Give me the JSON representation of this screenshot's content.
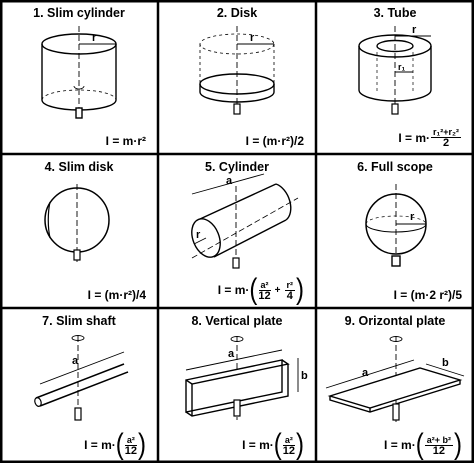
{
  "cells": [
    {
      "title": "1. Slim cylinder",
      "formula": "I = m·r²",
      "labels": {
        "r": "r"
      }
    },
    {
      "title": "2. Disk",
      "formula": "I = (m·r²)/2",
      "labels": {
        "r": "r"
      }
    },
    {
      "title": "3. Tube",
      "formula_prefix": "I = m·",
      "formula_num": "r₁²+r₂²",
      "formula_den": "2",
      "labels": {
        "r": "r",
        "r1": "r₁"
      }
    },
    {
      "title": "4. Slim disk",
      "formula": "I = (m·r²)/4",
      "labels": {}
    },
    {
      "title": "5. Cylinder",
      "formula_prefix": "I = m·",
      "formula_num1": "a²",
      "formula_den1": "12",
      "formula_plus": "+",
      "formula_num2": "r²",
      "formula_den2": "4",
      "labels": {
        "a": "a",
        "r": "r"
      }
    },
    {
      "title": "6. Full scope",
      "formula": "I = (m·2 r²)/5",
      "labels": {
        "r": "r"
      }
    },
    {
      "title": "7. Slim shaft",
      "formula_prefix": "I = m·",
      "formula_num": "a²",
      "formula_den": "12",
      "labels": {
        "a": "a"
      }
    },
    {
      "title": "8. Vertical plate",
      "formula_prefix": "I = m·",
      "formula_num": "a²",
      "formula_den": "12",
      "labels": {
        "a": "a",
        "b": "b"
      }
    },
    {
      "title": "9. Orizontal plate",
      "formula_prefix": "I = m·",
      "formula_num": "a²+ b²",
      "formula_den": "12",
      "labels": {
        "a": "a",
        "b": "b"
      }
    }
  ]
}
